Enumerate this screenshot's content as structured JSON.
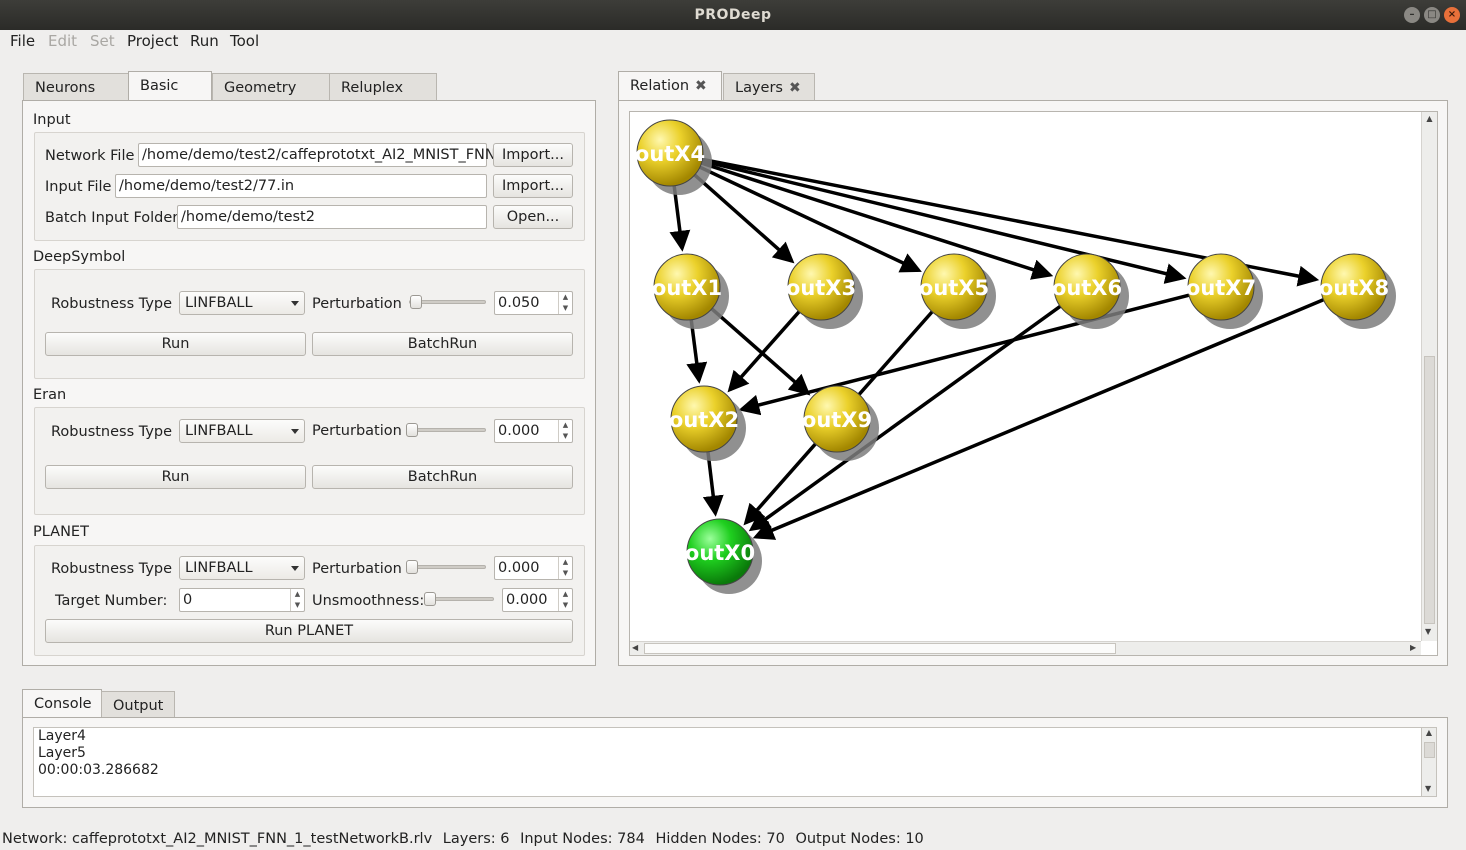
{
  "window": {
    "title": "PRODeep"
  },
  "menu": {
    "items": [
      "File",
      "Edit",
      "Set",
      "Project",
      "Run",
      "Tool"
    ]
  },
  "left_tabs": [
    "Neurons",
    "Basic",
    "Geometry",
    "Reluplex"
  ],
  "input": {
    "title": "Input",
    "network_label": "Network File",
    "network_value": "/home/demo/test2/caffeprototxt_AI2_MNIST_FNN",
    "network_button": "Import...",
    "input_label": "Input File",
    "input_value": "/home/demo/test2/77.in",
    "input_button": "Import...",
    "batch_label": "Batch Input Folder",
    "batch_value": "/home/demo/test2",
    "batch_button": "Open..."
  },
  "deepsymbol": {
    "title": "DeepSymbol",
    "robustness_label": "Robustness Type",
    "robustness_value": "LINFBALL",
    "perturbation_label": "Perturbation",
    "perturbation_value": "0.050",
    "run_label": "Run",
    "batchrun_label": "BatchRun"
  },
  "eran": {
    "title": "Eran",
    "robustness_label": "Robustness Type",
    "robustness_value": "LINFBALL",
    "perturbation_label": "Perturbation",
    "perturbation_value": "0.000",
    "run_label": "Run",
    "batchrun_label": "BatchRun"
  },
  "planet": {
    "title": "PLANET",
    "robustness_label": "Robustness Type",
    "robustness_value": "LINFBALL",
    "perturbation_label": "Perturbation",
    "perturbation_value": "0.000",
    "target_label": "Target Number:",
    "target_value": "0",
    "unsmoothness_label": "Unsmoothness:",
    "unsmoothness_value": "0.000",
    "run_label": "Run PLANET"
  },
  "right_tabs": [
    {
      "label": "Relation"
    },
    {
      "label": "Layers"
    }
  ],
  "graph": {
    "nodes": [
      {
        "id": "outX4",
        "label": "outX4",
        "color": "#e8c61a"
      },
      {
        "id": "outX1",
        "label": "outX1",
        "color": "#e8c61a"
      },
      {
        "id": "outX3",
        "label": "outX3",
        "color": "#e8c61a"
      },
      {
        "id": "outX5",
        "label": "outX5",
        "color": "#e8c61a"
      },
      {
        "id": "outX6",
        "label": "outX6",
        "color": "#e8c61a"
      },
      {
        "id": "outX7",
        "label": "outX7",
        "color": "#e8c61a"
      },
      {
        "id": "outX8",
        "label": "outX8",
        "color": "#e8c61a"
      },
      {
        "id": "outX2",
        "label": "outX2",
        "color": "#e8c61a"
      },
      {
        "id": "outX9",
        "label": "outX9",
        "color": "#e8c61a"
      },
      {
        "id": "outX0",
        "label": "outX0",
        "color": "#1cc21c"
      }
    ],
    "edges": [
      [
        "outX4",
        "outX1"
      ],
      [
        "outX4",
        "outX3"
      ],
      [
        "outX4",
        "outX5"
      ],
      [
        "outX4",
        "outX6"
      ],
      [
        "outX4",
        "outX7"
      ],
      [
        "outX4",
        "outX8"
      ],
      [
        "outX1",
        "outX2"
      ],
      [
        "outX1",
        "outX9"
      ],
      [
        "outX3",
        "outX2"
      ],
      [
        "outX7",
        "outX2"
      ],
      [
        "outX2",
        "outX0"
      ],
      [
        "outX5",
        "outX0"
      ],
      [
        "outX6",
        "outX0"
      ],
      [
        "outX8",
        "outX0"
      ]
    ]
  },
  "bottom_tabs": [
    "Console",
    "Output"
  ],
  "console": {
    "lines": [
      "Layer4",
      "Layer5",
      "00:00:03.286682"
    ]
  },
  "status": {
    "network": "Network: caffeprototxt_AI2_MNIST_FNN_1_testNetworkB.rlv",
    "layers": "Layers: 6",
    "input_nodes": "Input Nodes: 784",
    "hidden_nodes": "Hidden Nodes: 70",
    "output_nodes": "Output Nodes: 10"
  },
  "colors": {
    "node_yellow": "#e8c61a",
    "node_green": "#1cc21c",
    "titlebar": "#2f2f2c"
  }
}
